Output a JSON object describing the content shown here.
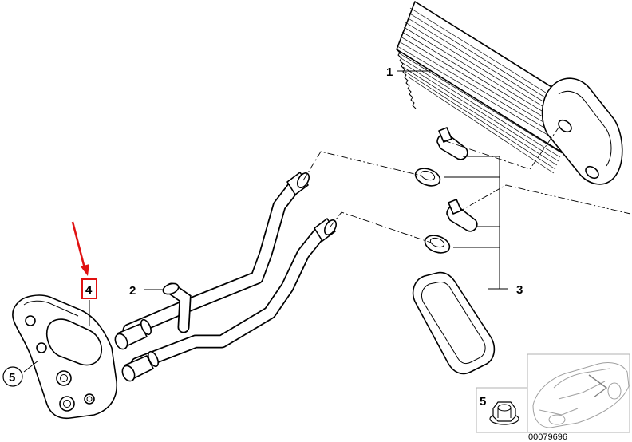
{
  "callouts": {
    "c1": "1",
    "c2": "2",
    "c3": "3",
    "c4": "4",
    "c5_left": "5",
    "c5_inset": "5"
  },
  "document_number": "00079696",
  "colors": {
    "highlight": "#e01010",
    "line": "#000000",
    "inset_line": "#b0b0b0"
  },
  "highlighted_callout": "4"
}
